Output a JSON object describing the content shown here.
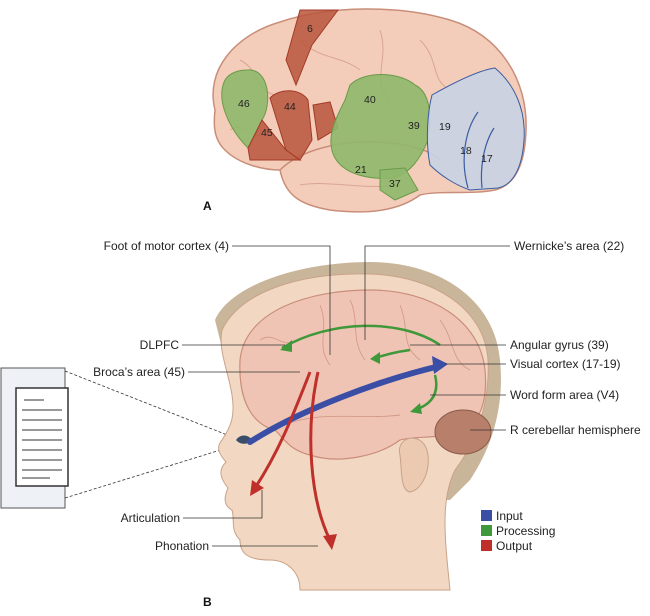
{
  "panel_a": {
    "label": "A",
    "areas": [
      {
        "id": "6",
        "type": "output"
      },
      {
        "id": "46",
        "type": "processing"
      },
      {
        "id": "44",
        "type": "output"
      },
      {
        "id": "45",
        "type": "output"
      },
      {
        "id": "40",
        "type": "processing"
      },
      {
        "id": "39",
        "type": "processing"
      },
      {
        "id": "21",
        "type": "processing"
      },
      {
        "id": "37",
        "type": "processing"
      },
      {
        "id": "19",
        "type": "input"
      },
      {
        "id": "18",
        "type": "input"
      },
      {
        "id": "17",
        "type": "input"
      }
    ]
  },
  "panel_b": {
    "label": "B",
    "labels": {
      "motor": "Foot of motor cortex (4)",
      "wernicke": "Wernicke’s area (22)",
      "dlpfc": "DLPFC",
      "broca": "Broca’s area (45)",
      "angular": "Angular gyrus (39)",
      "visual": "Visual cortex (17-19)",
      "wordform": "Word form area (V4)",
      "cerebellar": "R cerebellar hemisphere",
      "articulation": "Articulation",
      "phonation": "Phonation"
    }
  },
  "legend": [
    {
      "label": "Input",
      "color": "#3a4ea6"
    },
    {
      "label": "Processing",
      "color": "#3f983a"
    },
    {
      "label": "Output",
      "color": "#c0302b"
    }
  ]
}
